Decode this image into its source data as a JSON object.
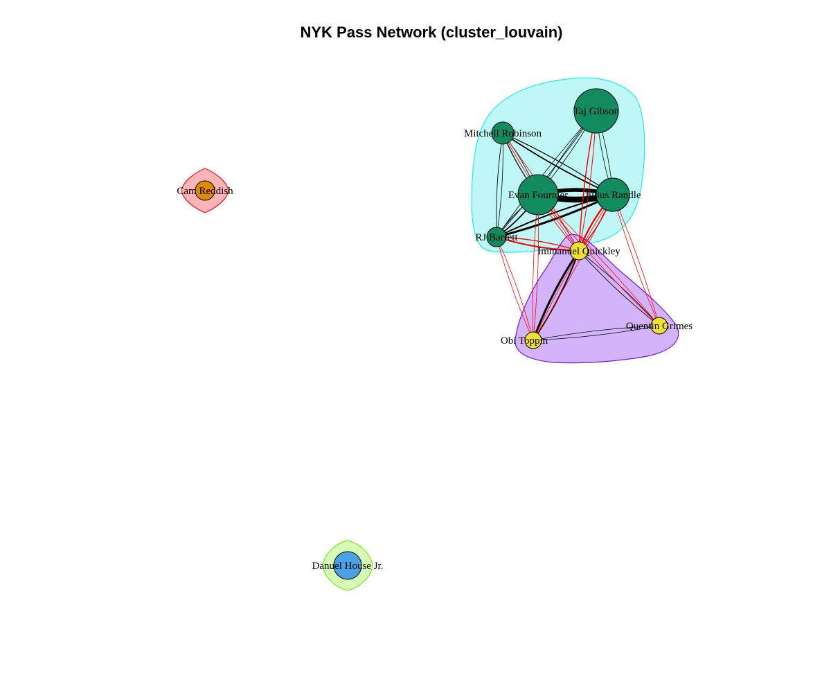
{
  "title": "NYK Pass Network (cluster_louvain)",
  "colors": {
    "edge_default": "#000000",
    "edge_cross": "#ff0000",
    "node_stroke": "#000000"
  },
  "communities": [
    {
      "id": "starters",
      "fill": "#bff7f6",
      "stroke": "#19f0ee"
    },
    {
      "id": "bench",
      "fill": "#d3b4fa",
      "stroke": "#7a12e6"
    },
    {
      "id": "reddish",
      "fill": "#fdb4b6",
      "stroke": "#ee1420"
    },
    {
      "id": "house",
      "fill": "#d6fbb6",
      "stroke": "#7ee51f"
    }
  ],
  "nodes": [
    {
      "id": "taj",
      "label": "Taj Gibson",
      "community": "starters",
      "color": "#138b60"
    },
    {
      "id": "mitchell",
      "label": "Mitchell Robinson",
      "community": "starters",
      "color": "#138b60"
    },
    {
      "id": "evan",
      "label": "Evan Fournier",
      "community": "starters",
      "color": "#138b60"
    },
    {
      "id": "julius",
      "label": "Julius Randle",
      "community": "starters",
      "color": "#138b60"
    },
    {
      "id": "rj",
      "label": "RJ Barrett",
      "community": "starters",
      "color": "#138b60"
    },
    {
      "id": "immanuel",
      "label": "Immanuel Quickley",
      "community": "bench",
      "color": "#efe134"
    },
    {
      "id": "quentin",
      "label": "Quentin Grimes",
      "community": "bench",
      "color": "#efe134"
    },
    {
      "id": "obi",
      "label": "Obi Toppin",
      "community": "bench",
      "color": "#efe134"
    },
    {
      "id": "cam",
      "label": "Cam Reddish",
      "community": "reddish",
      "color": "#e08a0c"
    },
    {
      "id": "danuel",
      "label": "Danuel House Jr.",
      "community": "house",
      "color": "#4aa1e4"
    }
  ],
  "edges": [
    {
      "s": "evan",
      "t": "julius",
      "w": 14,
      "cross": false
    },
    {
      "s": "rj",
      "t": "julius",
      "w": 5,
      "cross": false
    },
    {
      "s": "rj",
      "t": "evan",
      "w": 3,
      "cross": false
    },
    {
      "s": "mitchell",
      "t": "julius",
      "w": 3,
      "cross": false
    },
    {
      "s": "mitchell",
      "t": "evan",
      "w": 2,
      "cross": false
    },
    {
      "s": "mitchell",
      "t": "rj",
      "w": 1.5,
      "cross": false
    },
    {
      "s": "taj",
      "t": "julius",
      "w": 1,
      "cross": false
    },
    {
      "s": "taj",
      "t": "evan",
      "w": 0.8,
      "cross": false
    },
    {
      "s": "taj",
      "t": "rj",
      "w": 0.8,
      "cross": false
    },
    {
      "s": "immanuel",
      "t": "obi",
      "w": 5,
      "cross": false
    },
    {
      "s": "immanuel",
      "t": "quentin",
      "w": 1.5,
      "cross": false
    },
    {
      "s": "obi",
      "t": "quentin",
      "w": 0.8,
      "cross": false
    },
    {
      "s": "julius",
      "t": "immanuel",
      "w": 4,
      "cross": true
    },
    {
      "s": "rj",
      "t": "immanuel",
      "w": 3.5,
      "cross": true
    },
    {
      "s": "taj",
      "t": "immanuel",
      "w": 2.5,
      "cross": true
    },
    {
      "s": "evan",
      "t": "immanuel",
      "w": 1.5,
      "cross": true
    },
    {
      "s": "mitchell",
      "t": "immanuel",
      "w": 1.2,
      "cross": true
    },
    {
      "s": "rj",
      "t": "obi",
      "w": 1,
      "cross": true
    },
    {
      "s": "evan",
      "t": "obi",
      "w": 1,
      "cross": true
    },
    {
      "s": "julius",
      "t": "obi",
      "w": 1,
      "cross": true
    },
    {
      "s": "julius",
      "t": "quentin",
      "w": 1,
      "cross": true
    },
    {
      "s": "evan",
      "t": "quentin",
      "w": 1,
      "cross": true
    }
  ]
}
